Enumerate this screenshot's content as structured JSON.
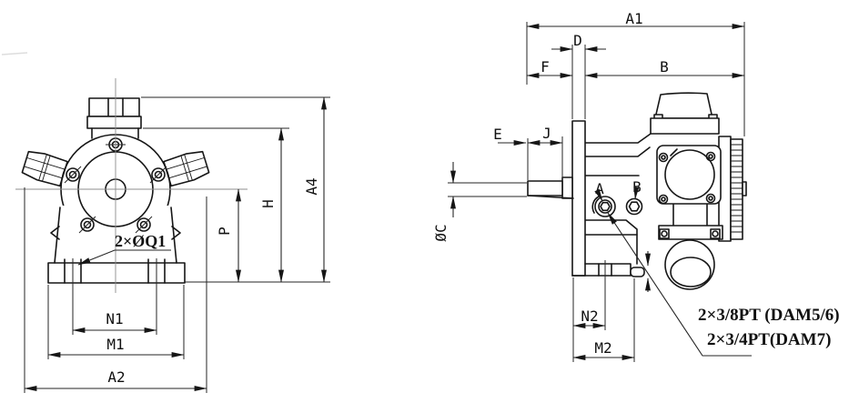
{
  "drawing": {
    "colors": {
      "line": "#161616",
      "background": "#ffffff"
    },
    "front_view": {
      "hole_callout": "2×ØQ1",
      "dims": {
        "n1": "N1",
        "m1": "M1",
        "a2": "A2",
        "p": "P",
        "h": "H",
        "a4": "A4"
      }
    },
    "side_view": {
      "dims": {
        "a1": "A1",
        "d": "D",
        "f": "F",
        "b": "B",
        "e": "E",
        "j": "J",
        "c": "ØC",
        "n2": "N2",
        "m2": "M2"
      },
      "port_a": "A",
      "port_b": "B",
      "notes": [
        "2×3/8PT (DAM5/6)",
        "2×3/4PT(DAM7)"
      ]
    }
  }
}
